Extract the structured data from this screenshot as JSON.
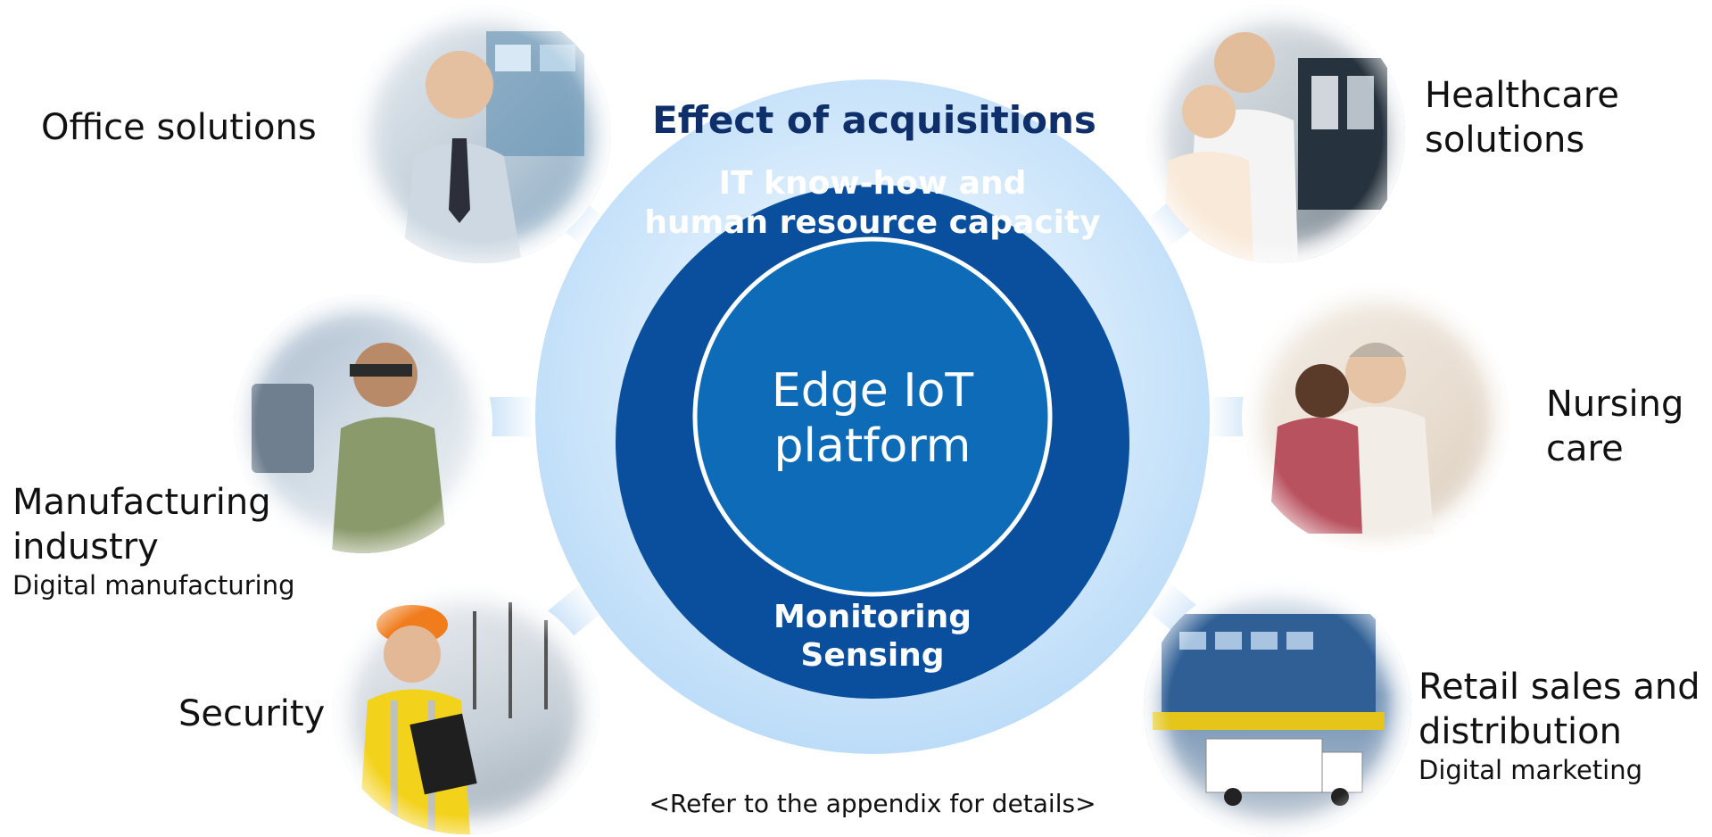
{
  "title": "Effect of acquisitions",
  "rings": {
    "top_text_line1": "IT know-how and",
    "top_text_line2": "human resource capacity",
    "center_line1": "Edge IoT",
    "center_line2": "platform",
    "bottom_line1": "Monitoring",
    "bottom_line2": "Sensing"
  },
  "segments": {
    "office": {
      "label": "Office solutions"
    },
    "manufacturing": {
      "label_line1": "Manufacturing",
      "label_line2": "industry",
      "sublabel": "Digital manufacturing"
    },
    "security": {
      "label": "Security"
    },
    "healthcare": {
      "label_line1": "Healthcare",
      "label_line2": "solutions"
    },
    "nursing": {
      "label_line1": "Nursing",
      "label_line2": "care"
    },
    "retail": {
      "label_line1": "Retail sales and",
      "label_line2": "distribution",
      "sublabel": "Digital marketing"
    }
  },
  "footnote": "<Refer to the appendix for details>",
  "colors": {
    "outer_ring": "#cde6fb",
    "middle_ring": "#0a4f9e",
    "inner_circle": "#0e6bb8",
    "title": "#0f2f6b",
    "arrow": "#8ec4f2"
  }
}
